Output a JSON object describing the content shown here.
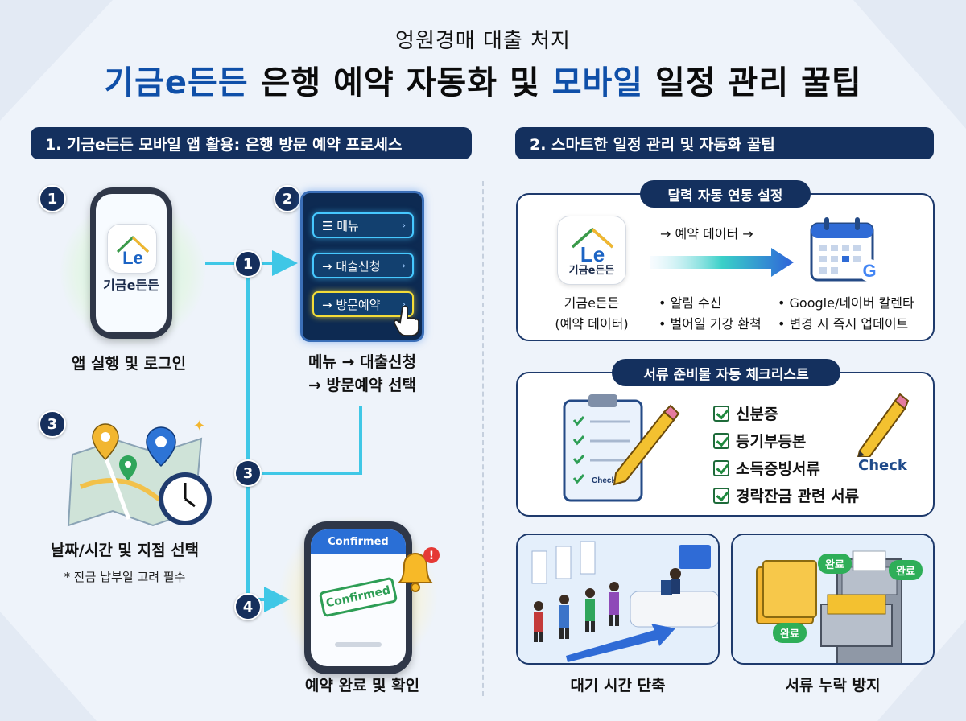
{
  "header": {
    "subtitle": "엉원경매 대출 처지",
    "title_part1": "기금e든든",
    "title_part2": " 은행 예약 자동화 및 ",
    "title_part3": "모바일",
    "title_part4": " 일정 관리 꿀팁"
  },
  "section1": {
    "title": "1. 기금e든든 모바일 앱 활용: 은행 방문 예약 프로세스",
    "steps": [
      {
        "num": "1",
        "label": "앱 실행 및 로그인",
        "app_name": "기금e든든",
        "app_logo": "Le"
      },
      {
        "num": "2",
        "label_line1": "메뉴 → 대출신청",
        "label_line2": "→ 방문예약 선택",
        "menu": [
          {
            "label": "☰ 메뉴"
          },
          {
            "label": "→ 대출신청"
          },
          {
            "label": "→ 방문예약"
          }
        ]
      },
      {
        "num": "3",
        "label": "날짜/시간 및 지점 선택",
        "note": "* 잔금 납부일 고려 필수"
      },
      {
        "num": "4",
        "label": "예약 완료 및 확인",
        "screen_header": "Confirmed",
        "stamp": "Confirmed"
      }
    ],
    "flow_numbers": [
      "1",
      "3",
      "4"
    ]
  },
  "section2": {
    "title": "2. 스마트한 일정 관리 및 자동화 꿀팁",
    "calendar": {
      "pill": "달력 자동 연동 설정",
      "app_name": "기금e든든",
      "app_logo": "Le",
      "source_line1": "기금e든든",
      "source_line2": "(예약 데이터)",
      "arrow_label": "→ 예약 데이터 →",
      "bullets_left": [
        "• 알림 수신",
        "• 벌어일 기강 환쳑"
      ],
      "bullets_right": [
        "• Google/네이버 칼렌타",
        "• 변경 시 즉시 업데이트"
      ]
    },
    "checklist": {
      "pill": "서류 준비물 자동 체크리스트",
      "clipboard_text": "Check",
      "pencil_text": "Check",
      "items": [
        "신분증",
        "등기부등본",
        "소득증빙서류",
        "경락잔금 관련 서류"
      ]
    },
    "benefits": [
      {
        "label": "대기 시간 단축"
      },
      {
        "label": "서류 누락 방지",
        "badges": [
          "완료",
          "완료",
          "완료"
        ]
      }
    ]
  },
  "colors": {
    "navy": "#14305e",
    "title_blue": "#0f4fa8",
    "flow_line": "#3fc7e6",
    "check_green": "#1f8a3e"
  }
}
